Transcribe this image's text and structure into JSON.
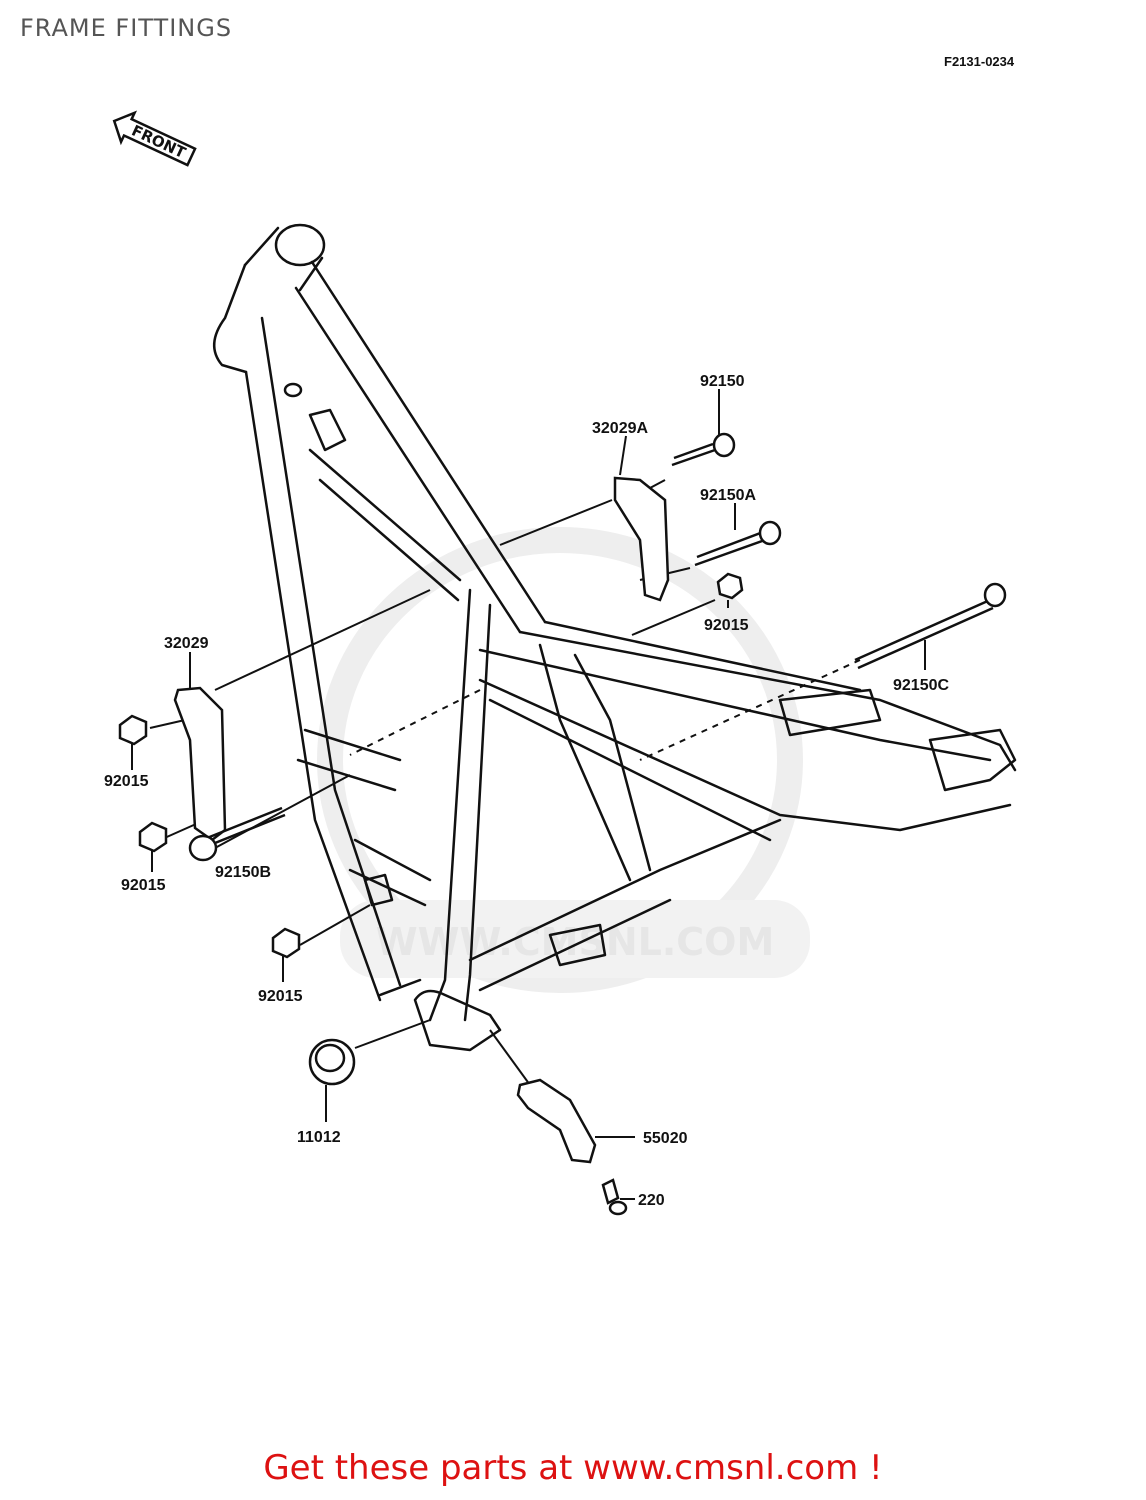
{
  "header": {
    "title": "FRAME FITTINGS",
    "diagram_code": "F2131-0234"
  },
  "front_marker": "FRONT",
  "watermark": "WWW.CMSNL.COM",
  "parts": [
    {
      "id": "p1",
      "label": "92150"
    },
    {
      "id": "p2",
      "label": "32029A"
    },
    {
      "id": "p3",
      "label": "92150A"
    },
    {
      "id": "p4",
      "label": "92015"
    },
    {
      "id": "p5",
      "label": "92150C"
    },
    {
      "id": "p6",
      "label": "32029"
    },
    {
      "id": "p7",
      "label": "92015"
    },
    {
      "id": "p8",
      "label": "92015"
    },
    {
      "id": "p9",
      "label": "92150B"
    },
    {
      "id": "p10",
      "label": "92015"
    },
    {
      "id": "p11",
      "label": "11012"
    },
    {
      "id": "p12",
      "label": "55020"
    },
    {
      "id": "p13",
      "label": "220"
    }
  ],
  "footer": {
    "promo": "Get these parts at www.cmsnl.com !"
  },
  "colors": {
    "line": "#111111",
    "promo": "#dd1111",
    "title": "#555555",
    "watermark": "#e6e6e6"
  }
}
